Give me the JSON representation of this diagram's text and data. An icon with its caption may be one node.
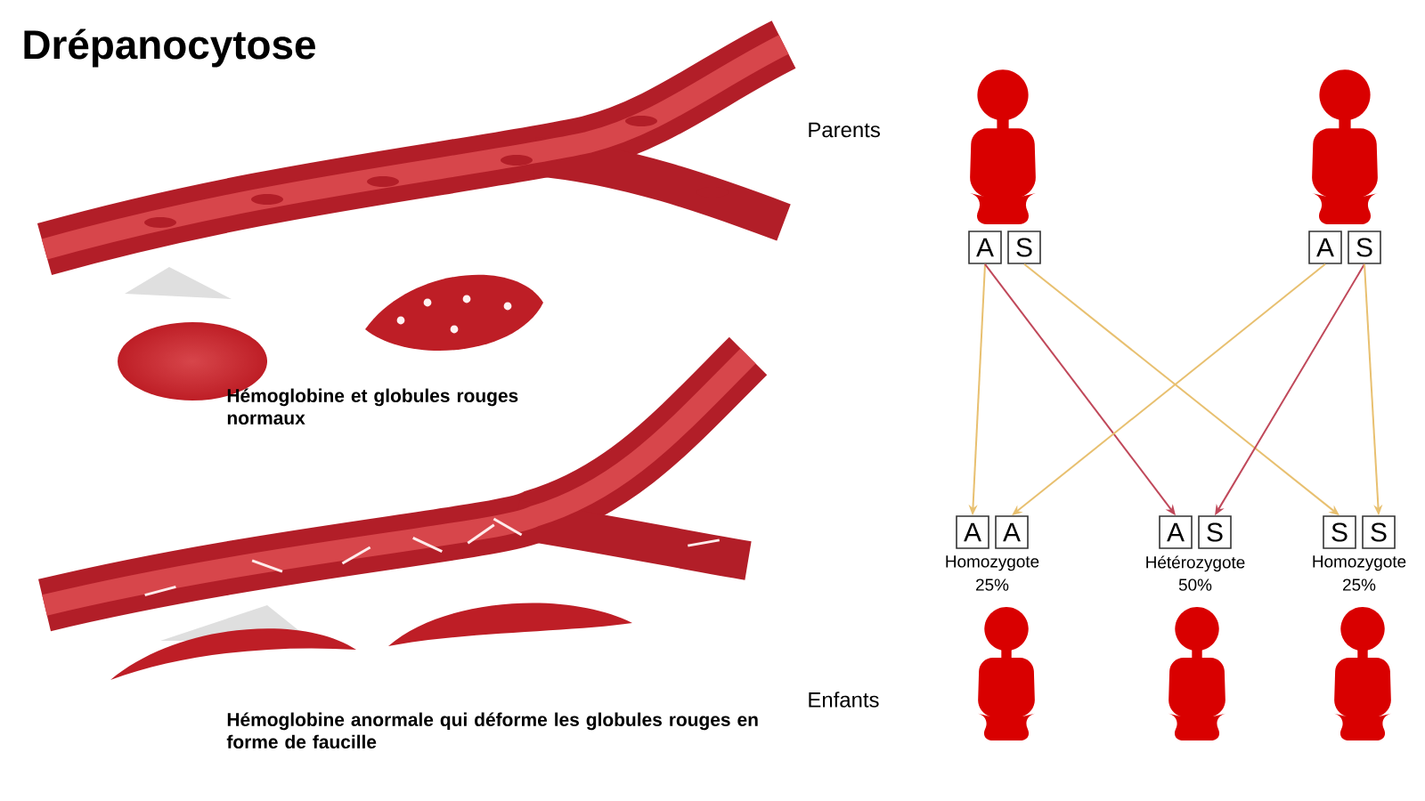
{
  "diagram": {
    "title": "Drépanocytose",
    "nodes": [
      {
        "text": [
          "A"
        ]
      },
      {
        "text": [
          "S"
        ]
      },
      {
        "text": [
          "A"
        ]
      },
      {
        "text": [
          "S"
        ]
      },
      {
        "text": [
          "A"
        ]
      },
      {
        "text": [
          "A"
        ]
      },
      {
        "text": [
          "A"
        ]
      },
      {
        "text": [
          "S"
        ]
      },
      {
        "text": [
          "S"
        ]
      },
      {
        "text": [
          "S"
        ]
      }
    ],
    "edges": [
      {
        "from": 0,
        "to": 4,
        "arrow": "to"
      },
      {
        "from": 0,
        "to": 6,
        "arrow": "to",
        "color": "#c0485a"
      },
      {
        "from": 1,
        "to": 8,
        "arrow": "to"
      },
      {
        "from": 2,
        "to": 5,
        "arrow": "to"
      },
      {
        "from": 3,
        "to": 7,
        "arrow": "to",
        "color": "#c0485a"
      },
      {
        "from": 3,
        "to": 9,
        "arrow": "to"
      }
    ],
    "labels": [
      "Parents",
      "Hémoglobine et globules rouges normaux",
      "Homozygote",
      "25%",
      "Hétérozygote",
      "50%",
      "Homozygote",
      "25%",
      "Hémoglobine anormale qui déforme les globules rouges en forme de faucille",
      "Enfants"
    ]
  }
}
